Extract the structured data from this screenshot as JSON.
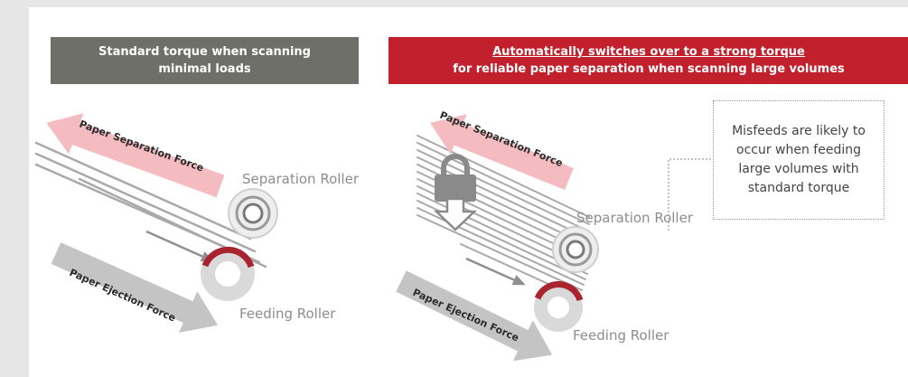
{
  "panels": [
    {
      "header_line1": "Standard torque when scanning",
      "header_line2": "minimal loads",
      "header_color": "#6f6f6a",
      "separation_force_label": "Paper Separation Force",
      "ejection_force_label": "Paper Ejection Force",
      "separation_roller_label": "Separation Roller",
      "feeding_roller_label": "Feeding Roller"
    },
    {
      "header_line1": "Automatically switches over to a strong torque",
      "header_line2": "for reliable paper separation when scanning large volumes",
      "header_color": "#c3202e",
      "separation_force_label": "Paper Separation Force",
      "ejection_force_label": "Paper Ejection Force",
      "separation_roller_label": "Separation Roller",
      "feeding_roller_label": "Feeding Roller",
      "callout_lines": [
        "Misfeeds are likely to",
        "occur when feeding",
        "large volumes with",
        "standard torque"
      ]
    }
  ],
  "colors": {
    "separation_arrow": "#f4bcc0",
    "ejection_arrow": "#c4c4c4",
    "roller_red": "#a8252f",
    "paper_lines": "#a9a9a9",
    "lock": "#8a8a8a"
  },
  "icons": [
    "lock-icon",
    "down-arrow-icon"
  ]
}
